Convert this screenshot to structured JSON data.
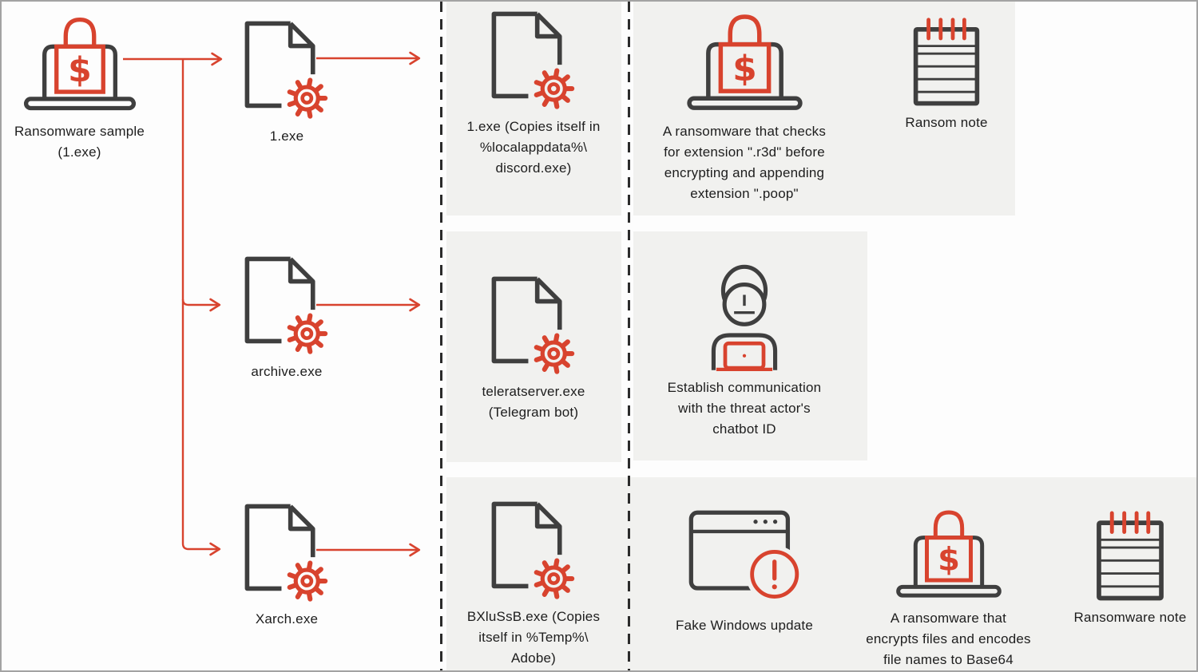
{
  "colors": {
    "accent": "#d8432e",
    "ink": "#3f3f3f",
    "panel": "#f1f1ef"
  },
  "diagram": {
    "root": {
      "label": "Ransomware sample\n(1.exe)",
      "icon": "laptop-lock-dollar-icon"
    },
    "branches": [
      {
        "file": {
          "label": "1.exe",
          "icon": "file-gear-icon"
        },
        "payload": {
          "label": "1.exe (Copies itself in\n%localappdata%\\\ndiscord.exe)",
          "icon": "file-gear-icon"
        },
        "behavior": {
          "label": "A ransomware that checks\nfor extension \".r3d\" before\nencrypting and appending\nextension \".poop\"",
          "icon": "laptop-lock-dollar-icon"
        },
        "note": {
          "label": "Ransom note",
          "icon": "notepad-icon"
        }
      },
      {
        "file": {
          "label": "archive.exe",
          "icon": "file-gear-icon"
        },
        "payload": {
          "label": "teleratserver.exe\n(Telegram bot)",
          "icon": "file-gear-icon"
        },
        "behavior": {
          "label": "Establish communication\nwith the threat actor's\nchatbot ID",
          "icon": "hacker-laptop-icon"
        }
      },
      {
        "file": {
          "label": "Xarch.exe",
          "icon": "file-gear-icon"
        },
        "payload": {
          "label": "BXluSsB.exe (Copies\nitself in %Temp%\\\nAdobe)",
          "icon": "file-gear-icon"
        },
        "update": {
          "label": "Fake Windows update",
          "icon": "browser-warning-icon"
        },
        "behavior": {
          "label": "A ransomware that\nencrypts files and encodes\nfile names to Base64",
          "icon": "laptop-lock-dollar-icon"
        },
        "note": {
          "label": "Ransomware note",
          "icon": "notepad-icon"
        }
      }
    ]
  }
}
